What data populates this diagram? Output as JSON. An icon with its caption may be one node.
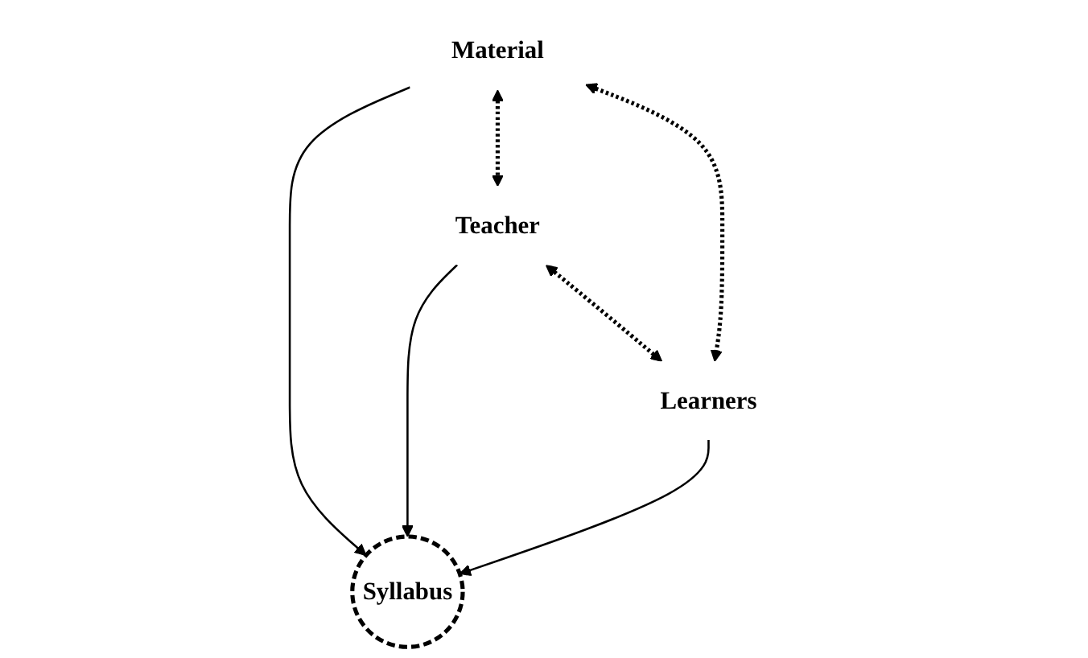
{
  "diagram": {
    "nodes": [
      {
        "text": [
          "Material"
        ]
      },
      {
        "text": [
          "Syllabus"
        ]
      },
      {
        "text": [
          "Teacher"
        ]
      },
      {
        "text": [
          "Learners"
        ]
      }
    ],
    "edges": [
      {
        "from": 0,
        "to": 1,
        "arrow": "to"
      },
      {
        "from": 2,
        "to": 1,
        "arrow": "to"
      },
      {
        "from": 3,
        "to": 1,
        "arrow": "to"
      },
      {
        "from": 0,
        "to": 2,
        "arrow": "both",
        "style": "dashed"
      },
      {
        "from": 0,
        "to": 3,
        "arrow": "both",
        "style": "dashed"
      },
      {
        "from": 2,
        "to": 3,
        "arrow": "both",
        "style": "dashed"
      }
    ]
  }
}
